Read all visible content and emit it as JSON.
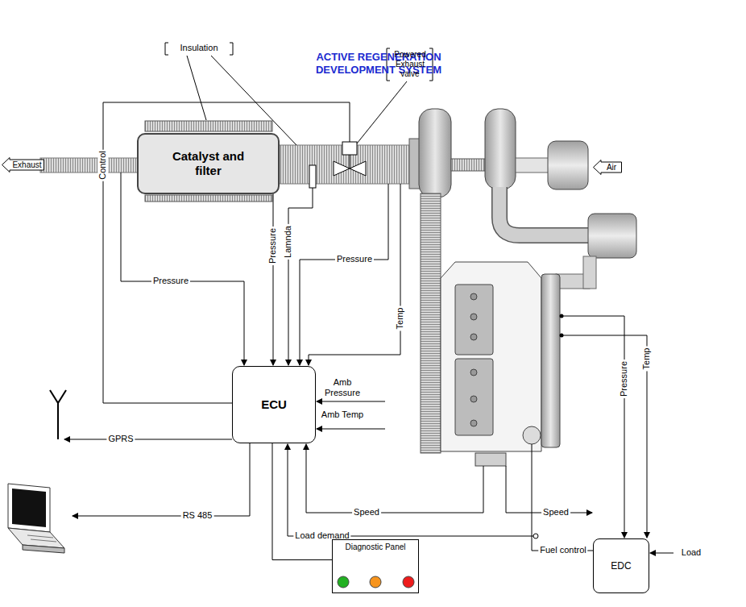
{
  "diagram": {
    "title": "ACTIVE REGENERATION DEVELOPMENT SYSTEM",
    "nodes": [
      {
        "text": [
          "Exhaust"
        ]
      },
      {
        "text": [
          "Catalyst and filter"
        ]
      },
      {
        "text": [
          "Air"
        ]
      },
      {
        "text": [
          "ECU"
        ]
      },
      {
        "text": [
          "EDC"
        ]
      },
      {
        "text": [
          "Diagnostic Panel"
        ]
      }
    ],
    "edges": [
      {
        "from": 3,
        "to": 5,
        "arrow": "none"
      }
    ],
    "labels": [
      "Insulation",
      "Powered Exhaust valve",
      "Control",
      "Pressure",
      "Pressure",
      "Lamnda",
      "Pressure",
      "Temp",
      "Amb Pressure",
      "Amb Temp",
      "GPRS",
      "RS 485",
      "Speed",
      "Load demand",
      "Pressure",
      "Temp",
      "Fuel control",
      "Speed",
      "Load"
    ]
  }
}
